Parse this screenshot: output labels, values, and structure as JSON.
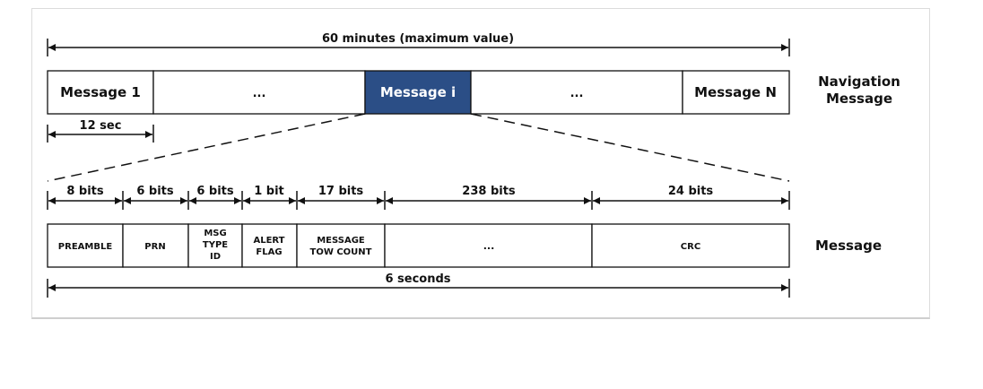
{
  "top_span": {
    "label": "60 minutes (maximum value)"
  },
  "navigation": {
    "row_label_line1": "Navigation",
    "row_label_line2": "Message",
    "boxes": [
      {
        "label": "Message 1"
      },
      {
        "label": "..."
      },
      {
        "label": "Message i"
      },
      {
        "label": "..."
      },
      {
        "label": "Message N"
      }
    ],
    "sub_span_label": "12 sec"
  },
  "message": {
    "row_label": "Message",
    "bit_spans": [
      "8 bits",
      "6 bits",
      "6 bits",
      "1 bit",
      "17 bits",
      "238 bits",
      "24 bits"
    ],
    "fields": [
      {
        "line1": "PREAMBLE",
        "line2": "",
        "line3": ""
      },
      {
        "line1": "PRN",
        "line2": "",
        "line3": ""
      },
      {
        "line1": "MSG",
        "line2": "TYPE",
        "line3": "ID"
      },
      {
        "line1": "ALERT",
        "line2": "FLAG",
        "line3": ""
      },
      {
        "line1": "MESSAGE",
        "line2": "TOW COUNT",
        "line3": ""
      },
      {
        "line1": "...",
        "line2": "",
        "line3": ""
      },
      {
        "line1": "CRC",
        "line2": "",
        "line3": ""
      }
    ],
    "bottom_span_label": "6 seconds"
  },
  "colors": {
    "highlight_fill": "#2b4e86",
    "line": "#111111"
  }
}
